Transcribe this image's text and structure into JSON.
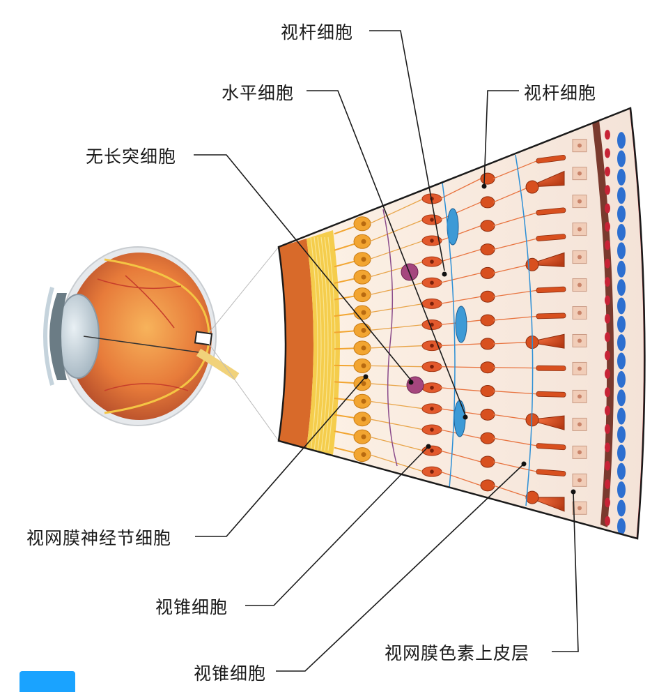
{
  "labels": {
    "rod_top": "视杆细胞",
    "horizontal": "水平细胞",
    "rod_right": "视杆细胞",
    "amacrine": "无长突细胞",
    "ganglion": "视网膜神经节细胞",
    "cone_mid": "视锥细胞",
    "rpe": "视网膜色素上皮层",
    "cone_bottom": "视锥细胞"
  },
  "colors": {
    "ganglion_cell": "#f2a531",
    "bipolar_cell": "#e2592c",
    "photoreceptor": "#d8501f",
    "amacrine_cell": "#a5467e",
    "horizontal_cell": "#3d9ad6",
    "rpe_cell": "#f1cdb8",
    "vessel_blue": "#2d6fd0",
    "vessel_red": "#c72336"
  }
}
